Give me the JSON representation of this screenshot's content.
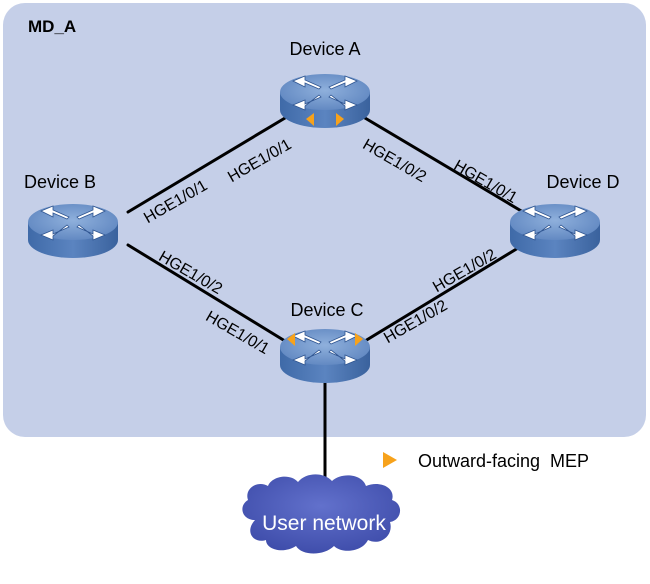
{
  "domain": {
    "label": "MD_A",
    "fill": "#c5cfe8"
  },
  "devices": {
    "a": {
      "label": "Device A"
    },
    "b": {
      "label": "Device B"
    },
    "c": {
      "label": "Device C"
    },
    "d": {
      "label": "Device D"
    }
  },
  "ports": {
    "b_to_a": "HGE1/0/1",
    "a_to_b": "HGE1/0/1",
    "a_to_d": "HGE1/0/2",
    "d_to_a": "HGE1/0/1",
    "b_to_c": "HGE1/0/2",
    "c_to_b": "HGE1/0/1",
    "d_to_c": "HGE1/0/2",
    "c_to_d": "HGE1/0/2"
  },
  "cloud": {
    "label": "User network",
    "color": "#4a5bb8"
  },
  "legend": {
    "label": "Outward-facing  MEP",
    "marker_color": "#f7a21b",
    "marker": "triangle-icon"
  },
  "colors": {
    "device": "#4d77b4",
    "device_top": "#6e92c6",
    "link": "#000000"
  }
}
